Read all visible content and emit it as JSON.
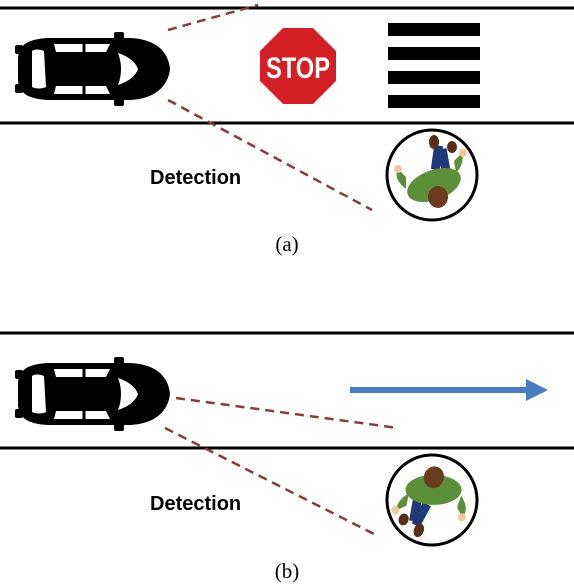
{
  "panel_a": {
    "sign_text": "STOP",
    "detection_label": "Detection",
    "caption": "(a)"
  },
  "panel_b": {
    "detection_label": "Detection",
    "caption": "(b)"
  },
  "colors": {
    "road_line": "#000000",
    "ray": "#8b3a3a",
    "stop_sign": "#d41f26",
    "arrow": "#4a7cc0",
    "pedestrian_shirt": "#5b8f3a",
    "pedestrian_pants": "#1f3a78",
    "pedestrian_hair": "#6b3b1e"
  },
  "icons": [
    "car-icon",
    "stop-sign-icon",
    "crosswalk-icon",
    "pedestrian-icon",
    "arrow-icon"
  ]
}
